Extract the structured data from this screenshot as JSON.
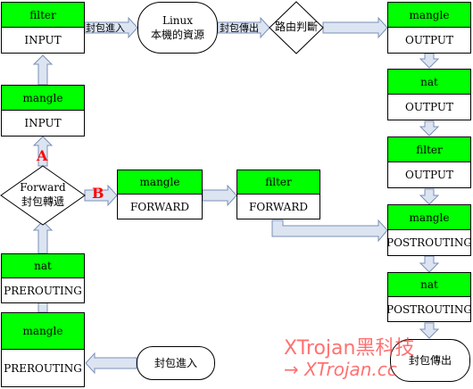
{
  "nodes": {
    "filter_input": {
      "table": "filter",
      "chain": "INPUT"
    },
    "mangle_input": {
      "table": "mangle",
      "chain": "INPUT"
    },
    "nat_prerouting": {
      "table": "nat",
      "chain": "PREROUTING"
    },
    "mangle_prerouting": {
      "table": "mangle",
      "chain": "PREROUTING"
    },
    "mangle_forward": {
      "table": "mangle",
      "chain": "FORWARD"
    },
    "filter_forward": {
      "table": "filter",
      "chain": "FORWARD"
    },
    "mangle_output": {
      "table": "mangle",
      "chain": "OUTPUT"
    },
    "nat_output": {
      "table": "nat",
      "chain": "OUTPUT"
    },
    "filter_output": {
      "table": "filter",
      "chain": "OUTPUT"
    },
    "mangle_postrouting": {
      "table": "mangle",
      "chain": "POSTROUTING"
    },
    "nat_postrouting": {
      "table": "nat",
      "chain": "POSTROUTING"
    }
  },
  "linux_local": {
    "line1": "Linux",
    "line2": "本機的資源"
  },
  "routing_decision": "路由判斷",
  "forward_decision": {
    "line1": "Forward",
    "line2": "封包轉遞"
  },
  "packet_in_start": "封包進入",
  "packet_out_end": "封包傳出",
  "edge_labels": {
    "packet_in": "封包進入",
    "packet_out": "封包傳出"
  },
  "markers": {
    "a": "A",
    "b": "B"
  },
  "watermark": {
    "line1": "XTrojan黑科技",
    "line2": "→ XTrojan.cc"
  },
  "colors": {
    "table_header": "#00ff00",
    "arrow_fill": "#dce4f2",
    "arrow_stroke": "#7a8fb5",
    "marker": "#ff0000"
  }
}
